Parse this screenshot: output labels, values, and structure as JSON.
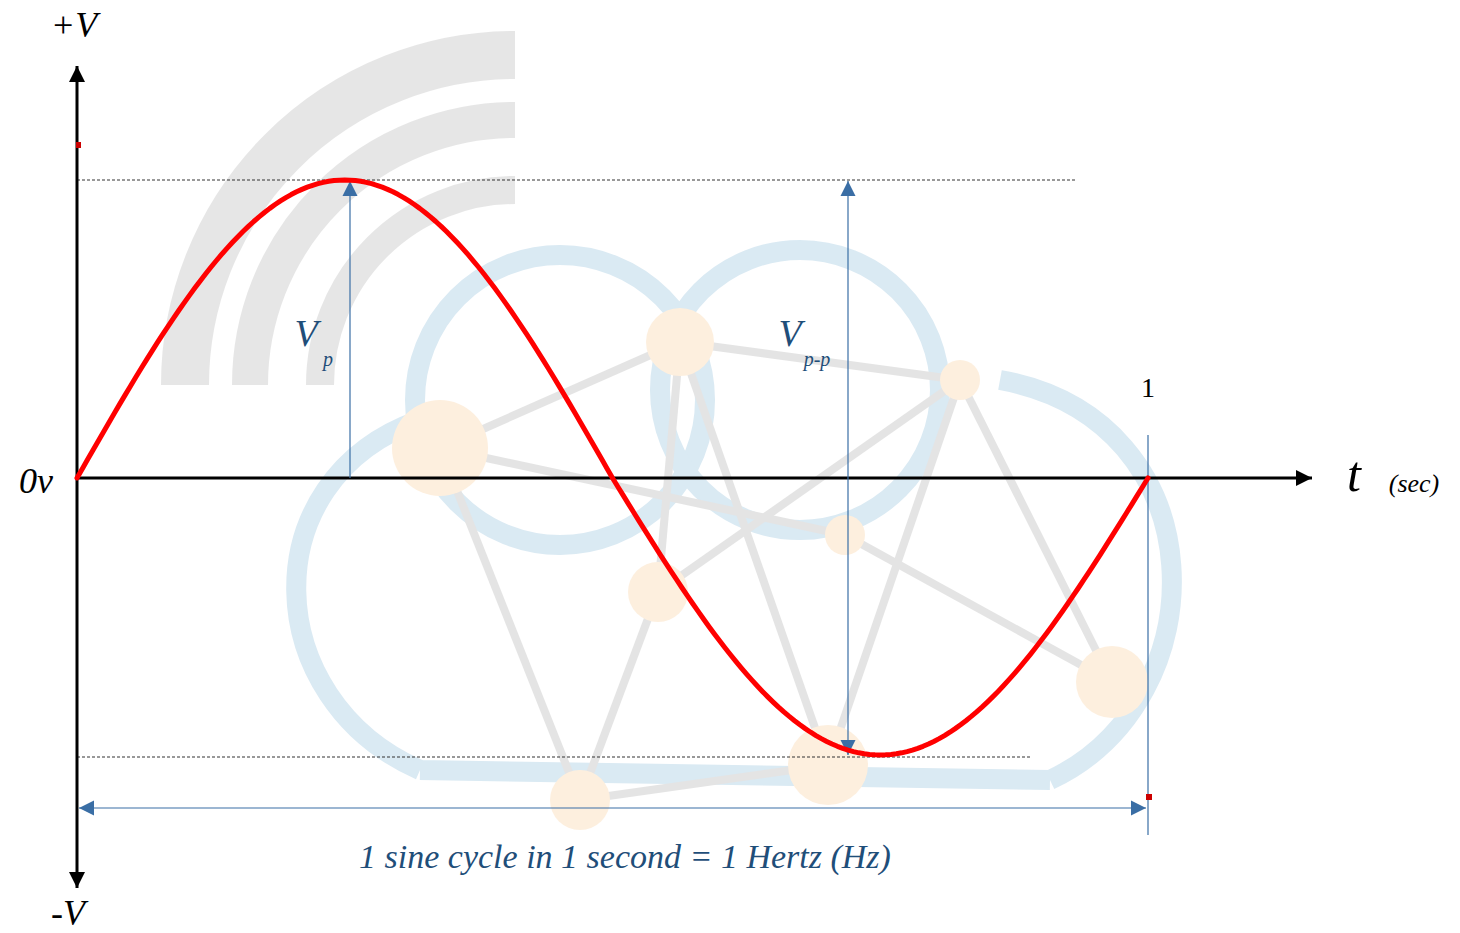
{
  "diagram": {
    "labels": [
      "+V",
      "V",
      "p",
      "V",
      "p-p",
      "1",
      "0v",
      "t",
      "(sec)",
      "1 sine cycle in 1 second = 1 Hertz (Hz)",
      "-V"
    ]
  }
}
